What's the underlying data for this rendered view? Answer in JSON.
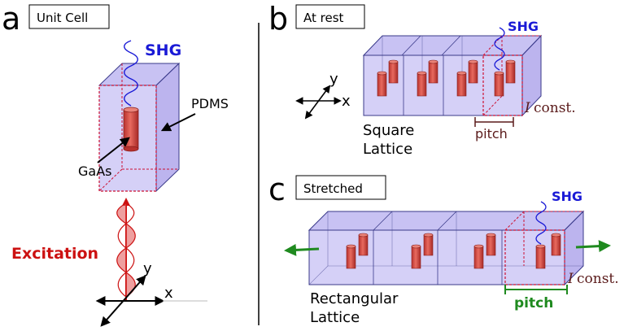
{
  "panel_a": {
    "letter": "a",
    "box_label": "Unit Cell",
    "shg": "SHG",
    "pdms": "PDMS",
    "gaas": "GaAs",
    "excitation": "Excitation",
    "axis_x": "x",
    "axis_y": "y"
  },
  "panel_b": {
    "letter": "b",
    "box_label": "At rest",
    "shg": "SHG",
    "axis_x": "x",
    "axis_y": "y",
    "lattice_line1": "Square",
    "lattice_line2": "Lattice",
    "pitch": "pitch",
    "const": "const.",
    "const_symbol": "I"
  },
  "panel_c": {
    "letter": "c",
    "box_label": "Stretched",
    "shg": "SHG",
    "lattice_line1": "Rectangular",
    "lattice_line2": "Lattice",
    "pitch": "pitch",
    "const": "const.",
    "const_symbol": "I"
  },
  "colors": {
    "pdms_fill": "#9b8fea",
    "pdms_edge": "#3a3a8a",
    "gaas": "#d9534f",
    "shg_wave": "#1a1ad6",
    "excitation": "#cc1111",
    "cell_outline": "#cc1133",
    "stretch_arrow": "#1f8a1f",
    "pitch_dark": "#5a1a1a"
  }
}
